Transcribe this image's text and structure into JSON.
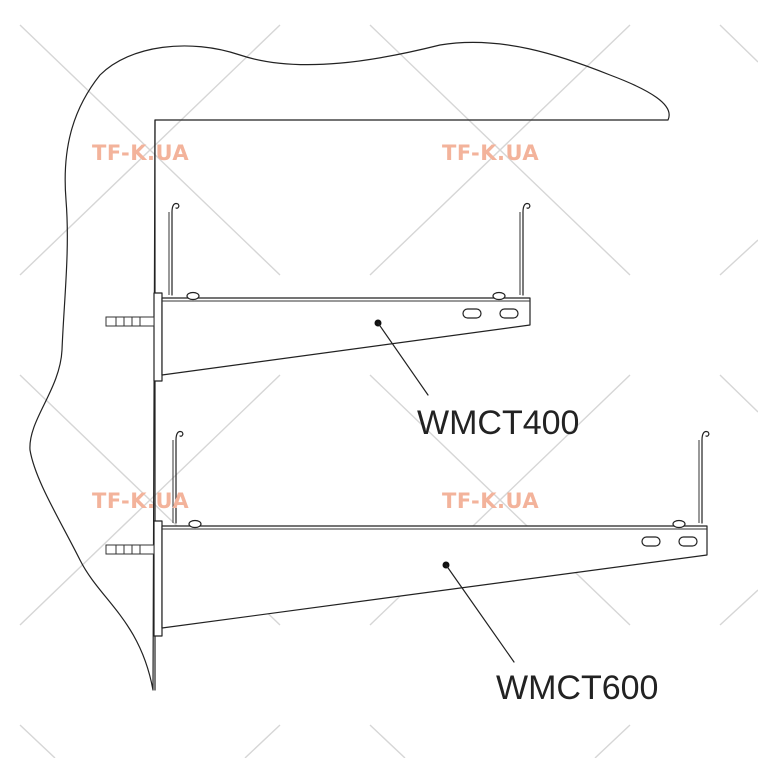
{
  "watermark": {
    "text": "TF-K.UA",
    "color": "#f3b39b"
  },
  "brackets": [
    {
      "model": "WMCT400"
    },
    {
      "model": "WMCT600"
    }
  ]
}
